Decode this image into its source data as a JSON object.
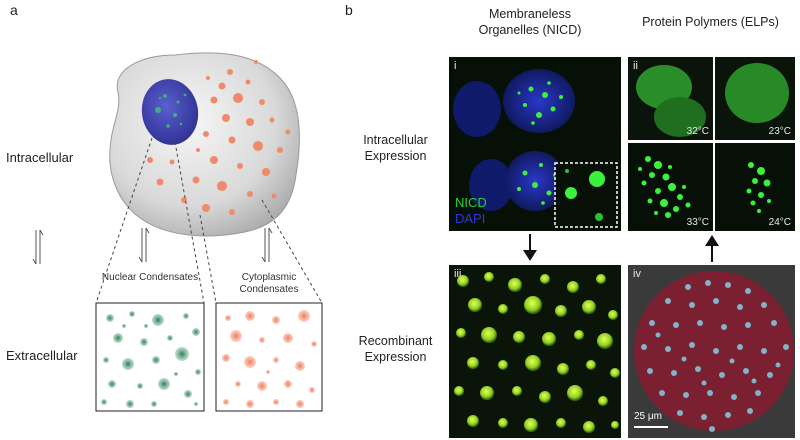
{
  "panel_a": {
    "letter": "a",
    "row_labels": {
      "intracellular": "Intracellular",
      "extracellular": "Extracellular"
    },
    "insets": {
      "nuclear": "Nuclear Condensates",
      "cytoplasmic": "Cytoplasmic Condensates"
    },
    "colors": {
      "nucleus": "#3d3fa8",
      "cell": "#cfcfcf",
      "nuclear_droplet": "#3f8a67",
      "cytoplasmic_droplet": "#f08a6c"
    }
  },
  "panel_b": {
    "letter": "b",
    "col_headers": {
      "membraneless": "Membraneless Organelles (NICD)",
      "polymers": "Protein Polymers (ELPs)"
    },
    "row_labels": {
      "intracellular": "Intracellular Expression",
      "recombinant": "Recombinant Expression"
    },
    "subpanels": {
      "i": "i",
      "ii": "ii",
      "iii": "iii",
      "iv": "iv"
    },
    "legend": {
      "nicd": "NICD",
      "dapi": "DAPI"
    },
    "temps": {
      "t1": "32°C",
      "t2": "23°C",
      "t3": "33°C",
      "t4": "24°C"
    },
    "scale_bar": "25 μm",
    "colors": {
      "nicd": "#27d23c",
      "dapi": "#2f39d8",
      "background": "#061006"
    }
  }
}
